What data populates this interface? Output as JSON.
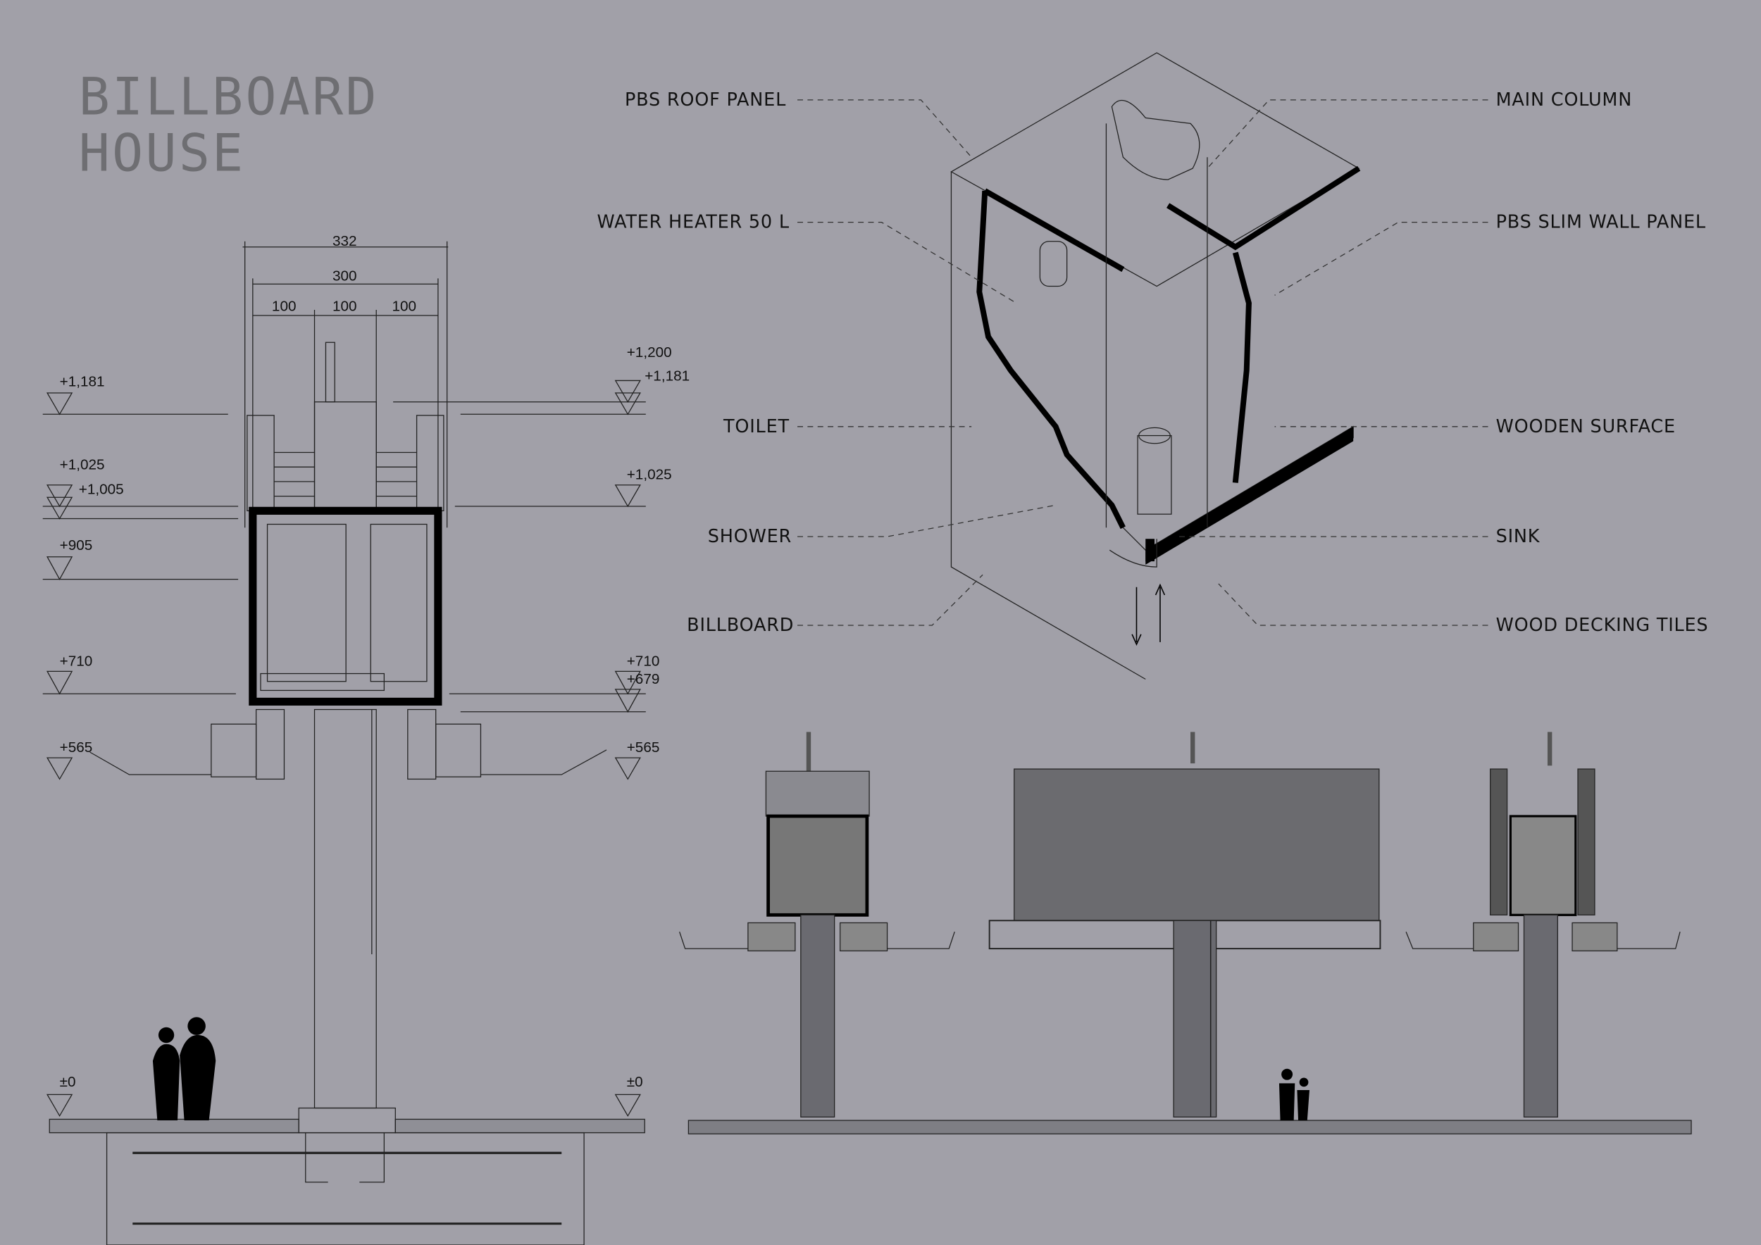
{
  "title": {
    "line1": "BILLBOARD",
    "line2": "HOUSE"
  },
  "dimensions": {
    "overall": "332",
    "inner": "300",
    "module1": "100",
    "module2": "100",
    "module3": "100"
  },
  "elevations_left": [
    "+1,181",
    "+1,025",
    "+1,005",
    "+905",
    "+710",
    "+565",
    "±0"
  ],
  "elevations_right": [
    "+1,200",
    "+1,181",
    "+1,025",
    "+710",
    "+679",
    "+565",
    "±0"
  ],
  "labels_left": [
    "PBS ROOF PANEL",
    "WATER HEATER 50 L",
    "TOILET",
    "SHOWER",
    "BILLBOARD"
  ],
  "labels_right": [
    "MAIN COLUMN",
    "PBS SLIM WALL PANEL",
    "WOODEN SURFACE",
    "SINK",
    "WOOD DECKING TILES"
  ],
  "colors": {
    "background": "#a1a0a8",
    "billboard": "#6b6b6f",
    "title": "#6e6e72"
  }
}
